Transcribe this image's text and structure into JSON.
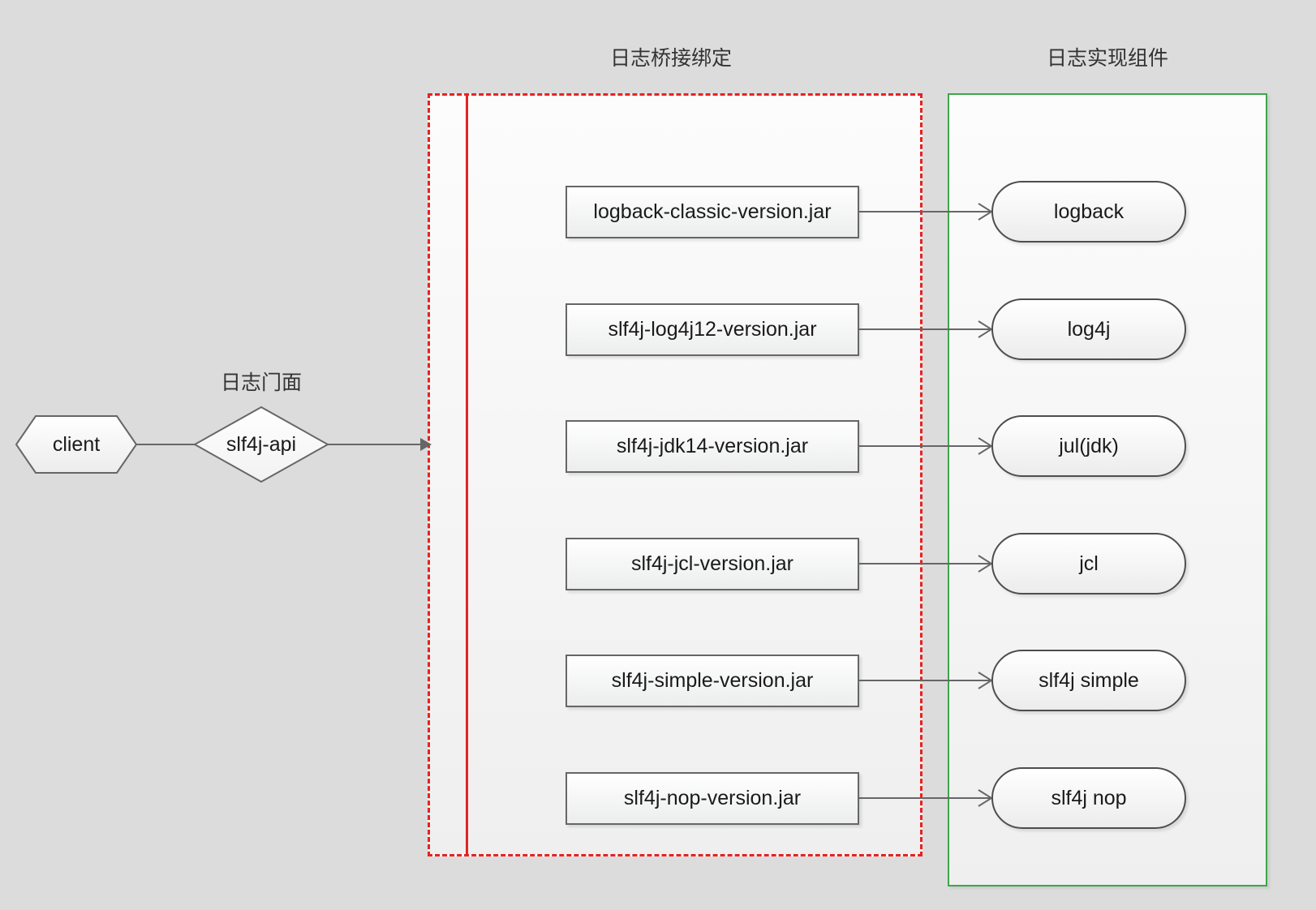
{
  "diagram": {
    "title_facade": "日志门面",
    "title_bridge": "日志桥接绑定",
    "title_impl": "日志实现组件",
    "colors": {
      "background": "#dcdcdc",
      "bridge_border": "#e52321",
      "impl_border": "#3fa64a",
      "node_border": "#666666",
      "connector": "#666666",
      "text": "#1a1a1a"
    }
  },
  "left": {
    "client": "client",
    "api": "slf4j-api"
  },
  "rows": [
    {
      "bridge": "logback-classic-version.jar",
      "impl": "logback"
    },
    {
      "bridge": "slf4j-log4j12-version.jar",
      "impl": "log4j"
    },
    {
      "bridge": "slf4j-jdk14-version.jar",
      "impl": "jul(jdk)"
    },
    {
      "bridge": "slf4j-jcl-version.jar",
      "impl": "jcl"
    },
    {
      "bridge": "slf4j-simple-version.jar",
      "impl": "slf4j simple"
    },
    {
      "bridge": "slf4j-nop-version.jar",
      "impl": "slf4j nop"
    }
  ]
}
